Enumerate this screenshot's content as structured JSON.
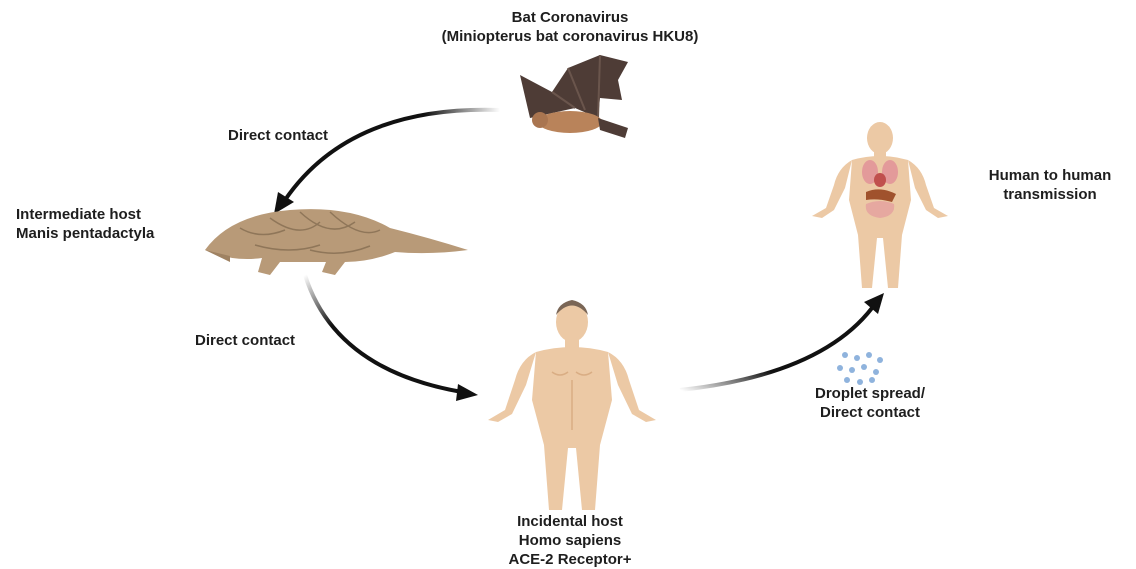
{
  "nodes": {
    "bat": {
      "line1": "Bat Coronavirus",
      "line2": "(Miniopterus bat coronavirus HKU8)"
    },
    "pangolin": {
      "line1": "Intermediate host",
      "line2": "Manis pentadactyla"
    },
    "incidental_host": {
      "line1": "Incidental host",
      "line2": "Homo sapiens",
      "line3": "ACE-2 Receptor+"
    },
    "human_transmission": {
      "line1": "Human to human",
      "line2": "transmission"
    }
  },
  "edges": {
    "bat_to_pangolin": "Direct contact",
    "pangolin_to_human": "Direct contact",
    "human_to_human": {
      "line1": "Droplet spread/",
      "line2": "Direct contact"
    }
  },
  "colors": {
    "arrow": "#111111",
    "skin": "#ecc9a5",
    "skin_shade": "#d9ad84",
    "bat_wing": "#4e3c36",
    "bat_body": "#b9835a",
    "pangolin": "#b89a78",
    "droplet": "#8fb3dd"
  }
}
